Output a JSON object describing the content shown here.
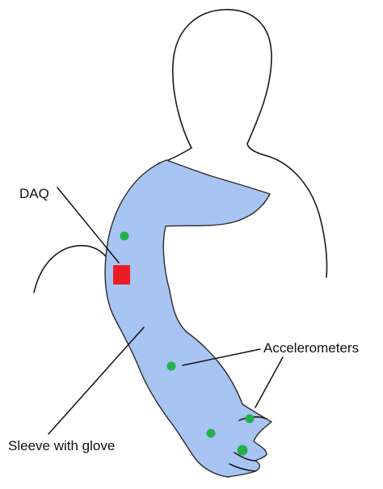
{
  "labels": {
    "daq": "DAQ",
    "accelerometers": "Accelerometers",
    "sleeve": "Sleeve with glove"
  },
  "colors": {
    "sleeve": "#a8c4f2",
    "sensor": "#22b14c",
    "daq": "#ed1c24",
    "outline": "#1a1a1a"
  },
  "icons": {
    "sensor": "green-dot",
    "daq": "red-square"
  }
}
